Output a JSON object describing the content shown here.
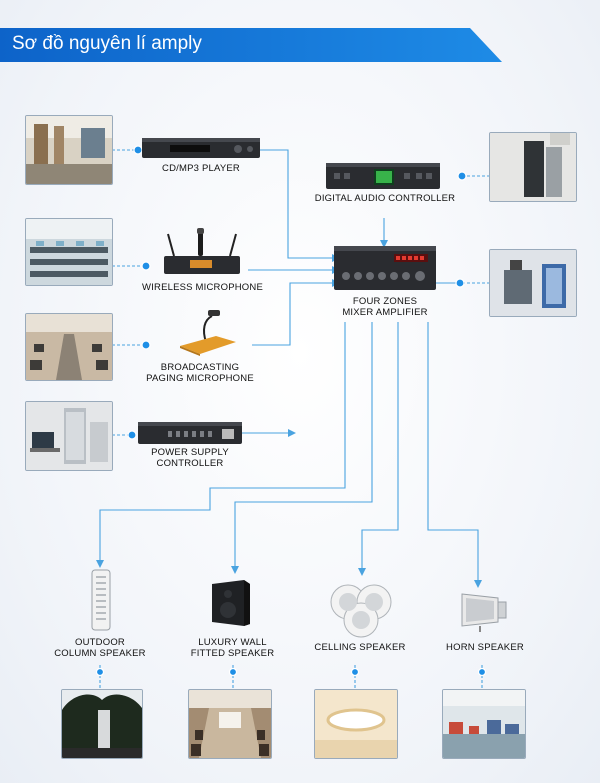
{
  "header": {
    "title": "Sơ đồ nguyên lí amply"
  },
  "devices": {
    "cd_player": "CD/MP3 PLAYER",
    "digital_audio_controller": "DIGITAL AUDIO CONTROLLER",
    "wireless_microphone": "WIRELESS MICROPHONE",
    "mixer_line1": "FOUR ZONES",
    "mixer_line2": "MIXER AMPLIFIER",
    "paging_line1": "BROADCASTING",
    "paging_line2": "PAGING MICROPHONE",
    "power_line1": "POWER SUPPLY",
    "power_line2": "CONTROLLER"
  },
  "speakers": {
    "outdoor_line1": "OUTDOOR",
    "outdoor_line2": "COLUMN SPEAKER",
    "wall_line1": "LUXURY WALL",
    "wall_line2": "FITTED  SPEAKER",
    "ceiling": "CELLING SPEAKER",
    "horn": "HORN SPEAKER"
  },
  "colors": {
    "banner": "#1473d8",
    "line": "#4aa3e0",
    "dot": "#1f8fe6"
  }
}
